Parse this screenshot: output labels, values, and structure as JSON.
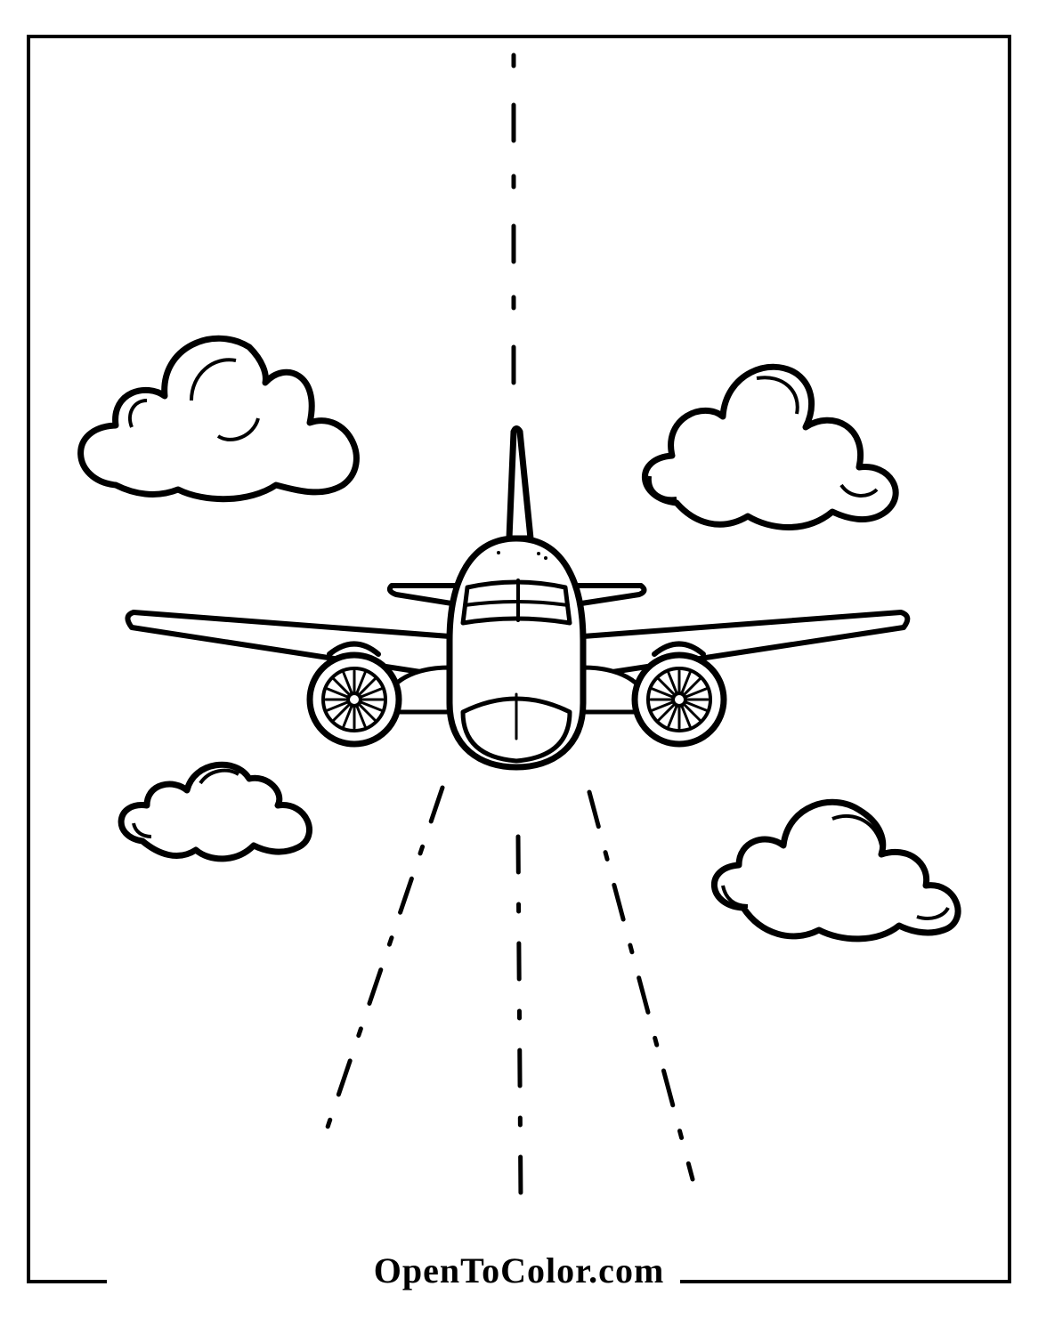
{
  "page": {
    "type": "coloring-page",
    "subject": "airplane flying among clouds over runway"
  },
  "footer": {
    "brand": "OpenToColor.com"
  },
  "colors": {
    "line": "#000000",
    "background": "#ffffff"
  },
  "elements": {
    "frame": "page-border",
    "airplane": "airplane-front-view",
    "clouds": [
      "cloud-top-left",
      "cloud-top-right",
      "cloud-mid-left",
      "cloud-mid-right"
    ],
    "runway": "dashed-runway-lines"
  }
}
